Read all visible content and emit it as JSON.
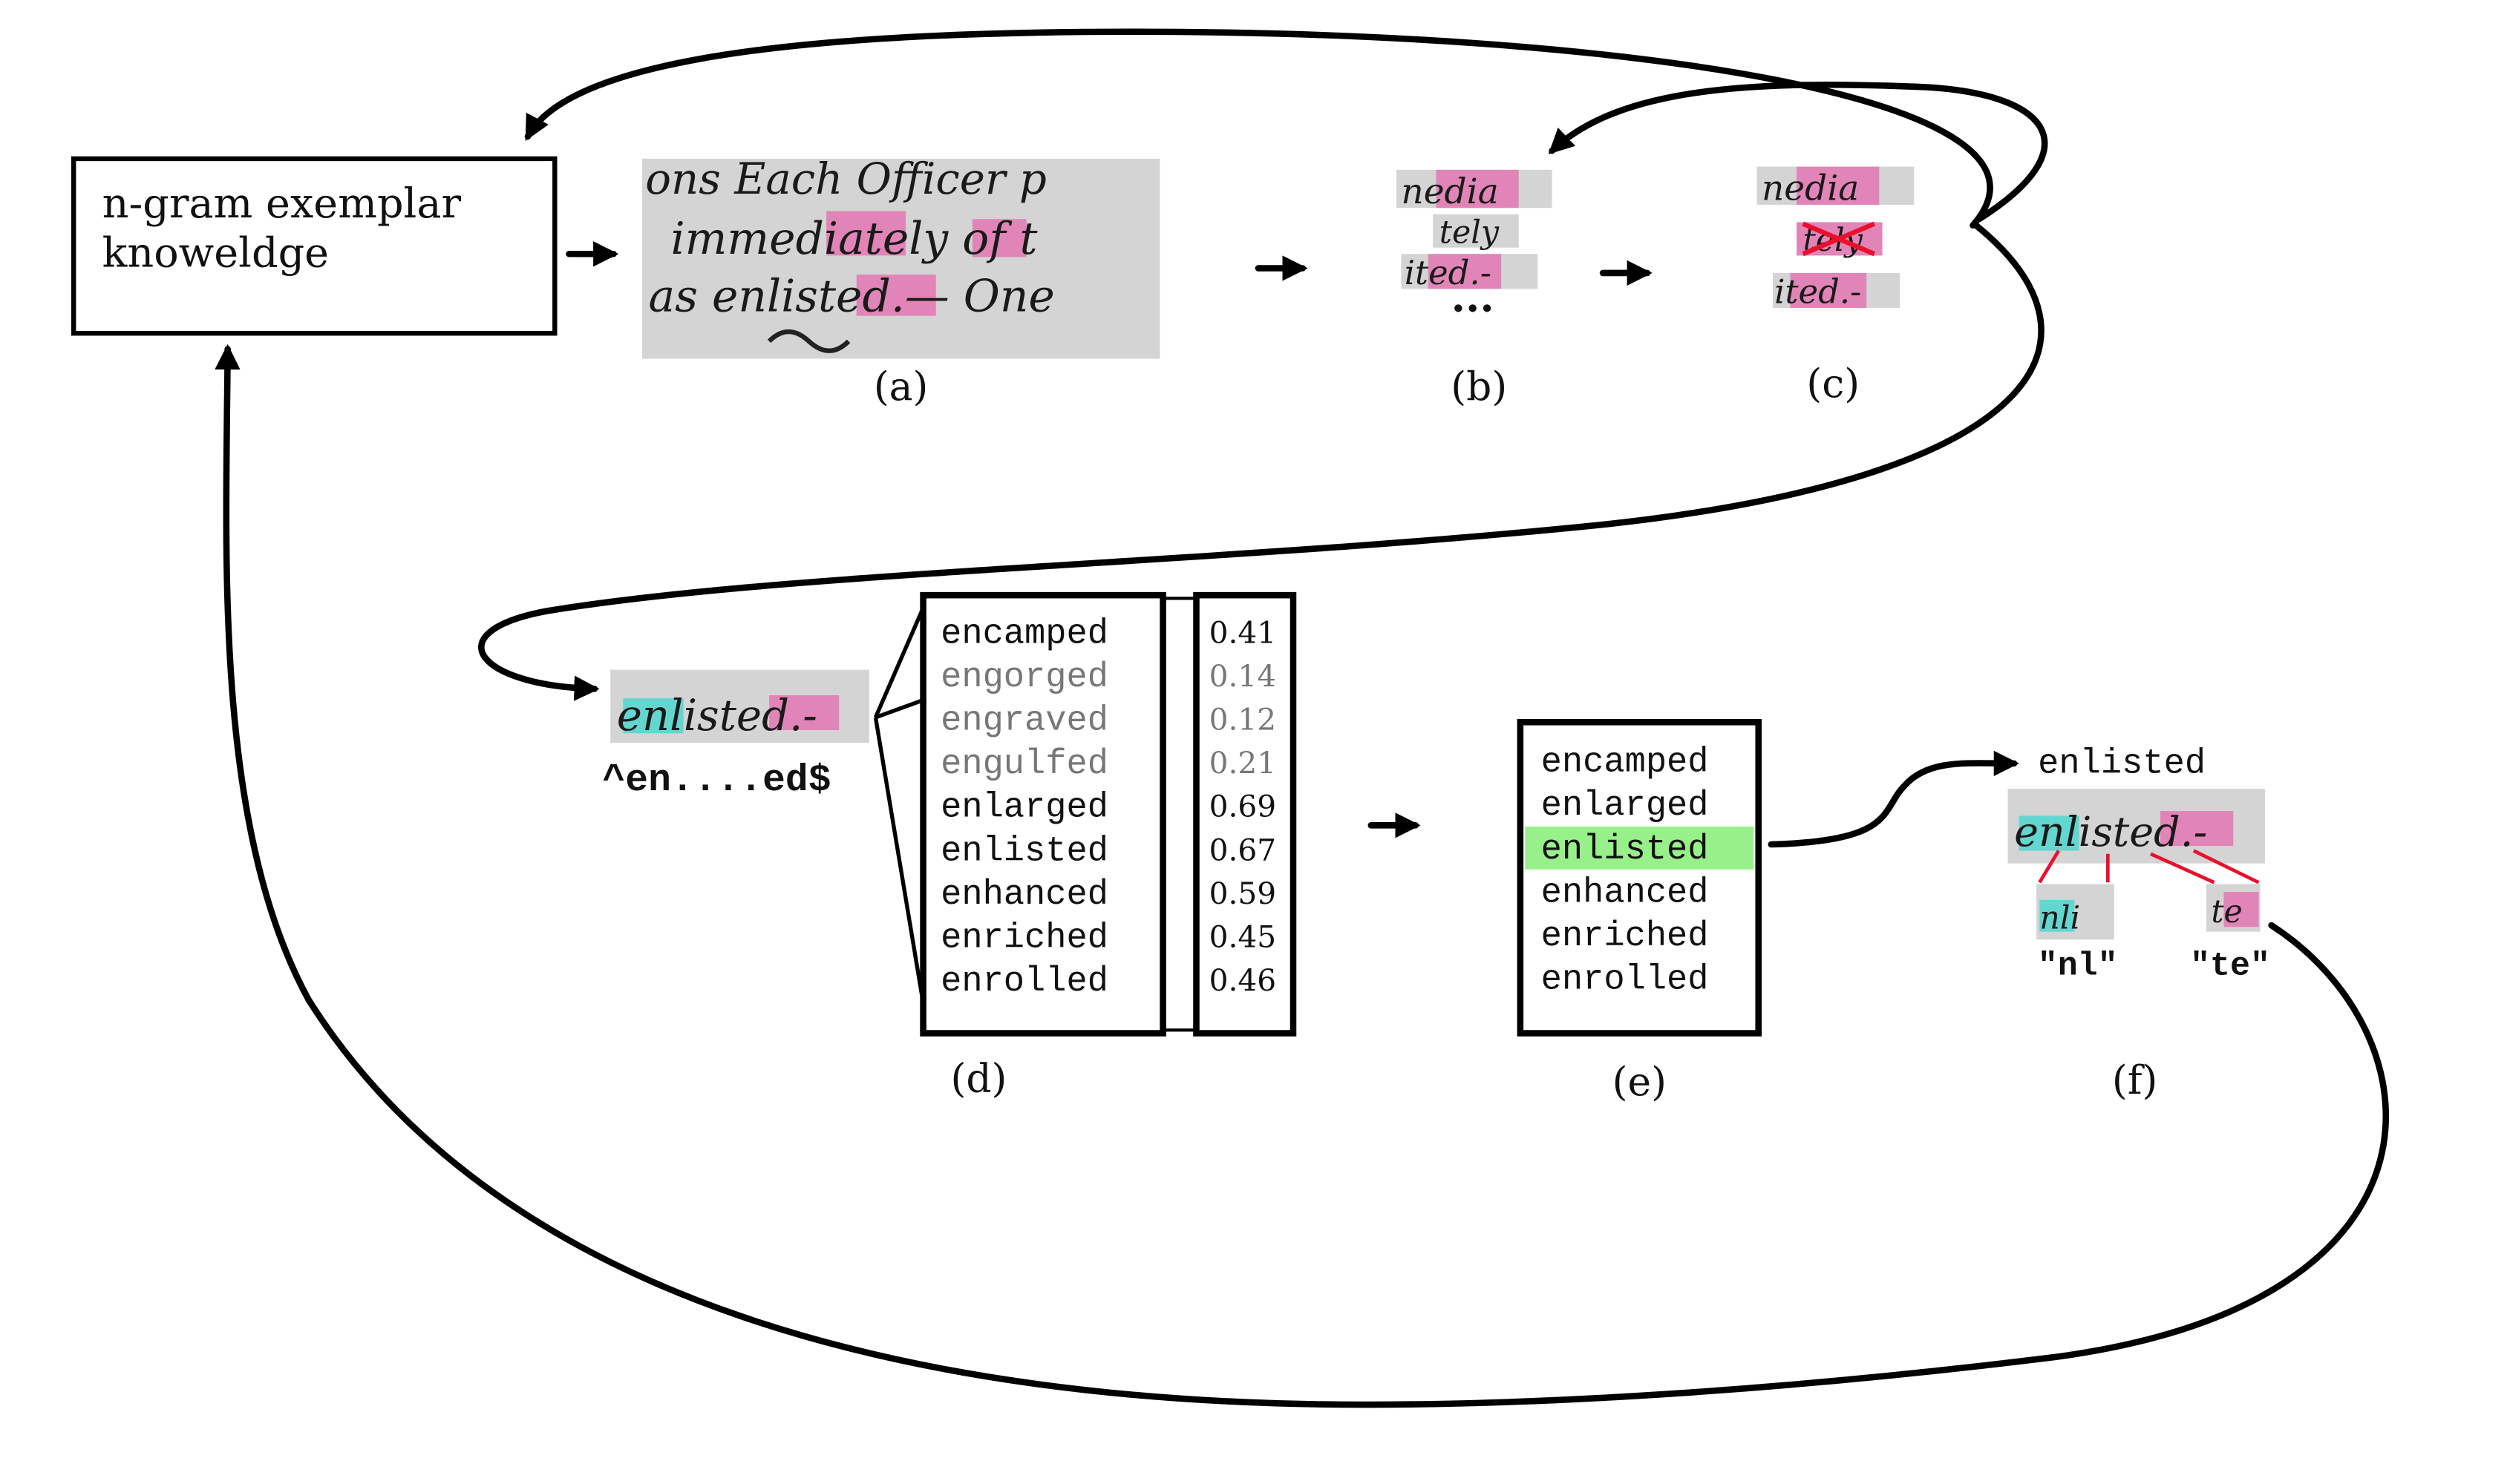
{
  "knowledge_box": {
    "line1": "n-gram exemplar",
    "line2": "knoweldge"
  },
  "panel_labels": {
    "a": "(a)",
    "b": "(b)",
    "c": "(c)",
    "d": "(d)",
    "e": "(e)",
    "f": "(f)"
  },
  "panel_a": {
    "line1": "ons   Each Officer p",
    "line2": "immediately of t",
    "line3": "as enlisted.— One"
  },
  "panel_b": {
    "crops": [
      "nedia",
      "tely",
      "ited.-"
    ],
    "ellipsis": "..."
  },
  "panel_c": {
    "crops": [
      "nedia",
      "tely",
      "ited.-"
    ]
  },
  "query": {
    "word": "enlisted.-",
    "pattern": "^en....ed$"
  },
  "panel_d": {
    "candidates": [
      {
        "word": "encamped",
        "score": "0.41",
        "dim": false
      },
      {
        "word": "engorged",
        "score": "0.14",
        "dim": true
      },
      {
        "word": "engraved",
        "score": "0.12",
        "dim": true
      },
      {
        "word": "engulfed",
        "score": "0.21",
        "dim": true
      },
      {
        "word": "enlarged",
        "score": "0.69",
        "dim": false
      },
      {
        "word": "enlisted",
        "score": "0.67",
        "dim": false
      },
      {
        "word": "enhanced",
        "score": "0.59",
        "dim": false
      },
      {
        "word": "enriched",
        "score": "0.45",
        "dim": false
      },
      {
        "word": "enrolled",
        "score": "0.46",
        "dim": false
      }
    ]
  },
  "panel_e": {
    "candidates": [
      "encamped",
      "enlarged",
      "enlisted",
      "enhanced",
      "enriched",
      "enrolled"
    ],
    "selected": "enlisted",
    "highlight_color": "#98f08a"
  },
  "panel_f": {
    "word": "enlisted",
    "crop": "enlisted.-",
    "ngrams": [
      {
        "label": "\"nl\"",
        "crop": "nli"
      },
      {
        "label": "\"te\"",
        "crop": "te"
      }
    ]
  },
  "colors": {
    "pink": "#e377b3",
    "cyan": "#4fd6cf",
    "cross": "#e8112d",
    "link": "#e8112d",
    "dim_text": "#777777"
  }
}
